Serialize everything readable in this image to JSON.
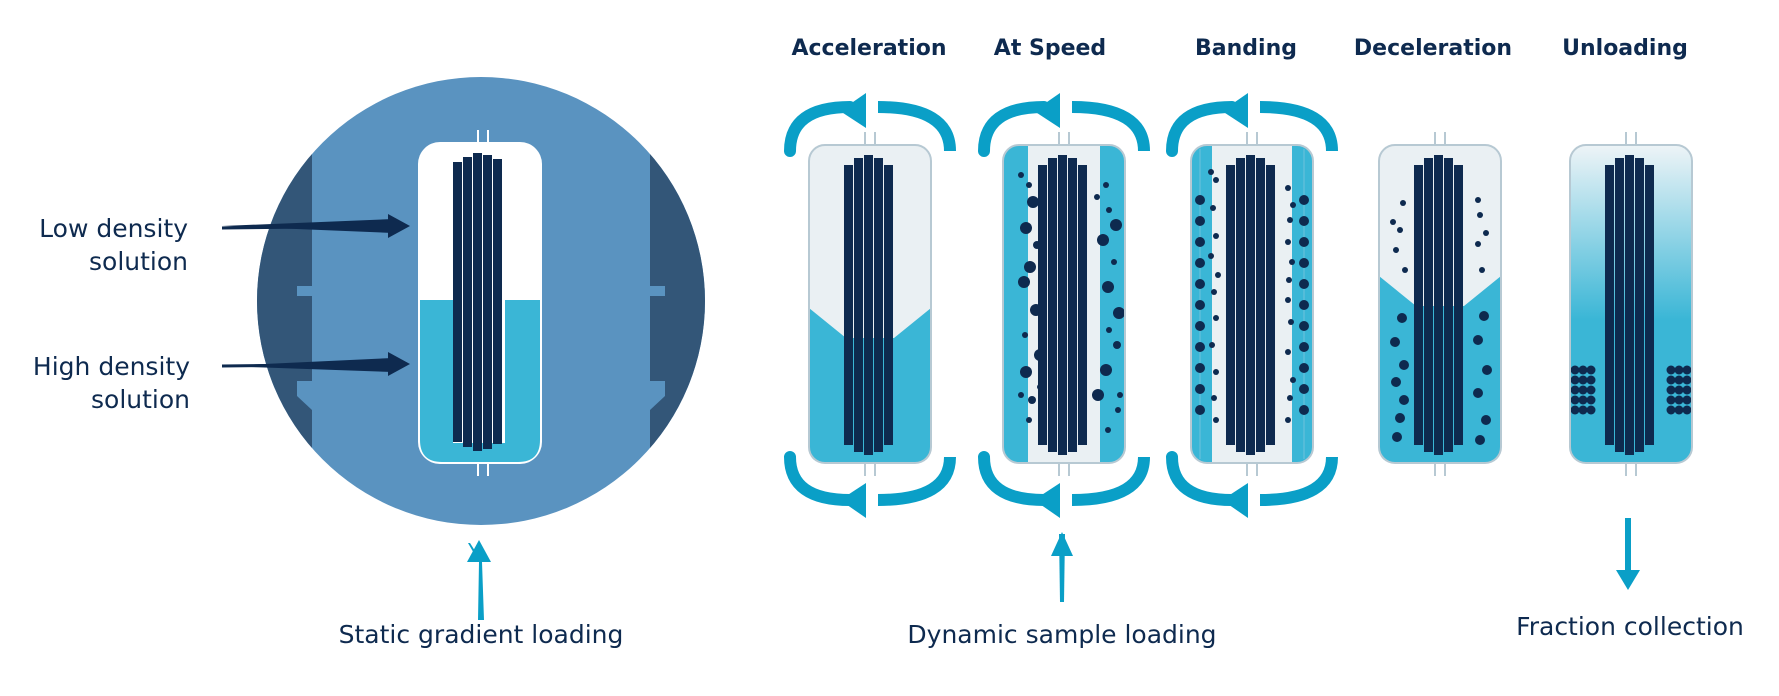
{
  "labels": {
    "low_density": "Low density\nsolution",
    "high_density": "High density\nsolution",
    "static_loading": "Static gradient loading",
    "dynamic_loading": "Dynamic sample loading",
    "fraction_collection": "Fraction collection"
  },
  "stages": [
    "Acceleration",
    "At Speed",
    "Banding",
    "Deceleration",
    "Unloading"
  ],
  "colors": {
    "navy": "#0e2a4f",
    "rotor_blue": "#5a93c0",
    "rotor_dark": "#335678",
    "solution": "#3ab6d6",
    "arrow_cyan": "#0a9fc7",
    "light_tube": "#eaf0f3"
  }
}
